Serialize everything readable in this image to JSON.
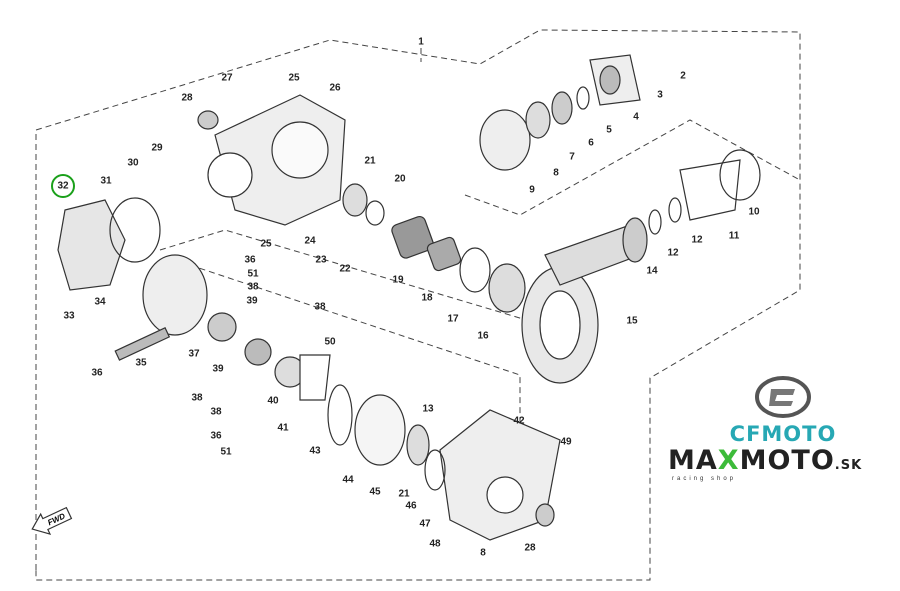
{
  "diagram": {
    "callouts": [
      "1",
      "2",
      "3",
      "4",
      "5",
      "6",
      "7",
      "8",
      "9",
      "10",
      "11",
      "12",
      "12",
      "13",
      "14",
      "15",
      "16",
      "17",
      "18",
      "19",
      "20",
      "21",
      "21",
      "22",
      "23",
      "24",
      "25",
      "25",
      "26",
      "27",
      "28",
      "29",
      "30",
      "31",
      "32",
      "33",
      "34",
      "35",
      "36",
      "36",
      "36",
      "37",
      "38",
      "38",
      "38",
      "38",
      "39",
      "39",
      "40",
      "41",
      "42",
      "43",
      "44",
      "45",
      "46",
      "47",
      "48",
      "49",
      "50",
      "51",
      "51",
      "8",
      "28"
    ],
    "highlighted_callout": "32",
    "highlight_color": "#1aa01a",
    "direction_label": "FWD"
  },
  "brand": {
    "cfmoto": "CFMOTO",
    "maxmoto_a": "MA",
    "maxmoto_x": "X",
    "maxmoto_b": "MOTO",
    "maxmoto_sk": ".SK",
    "tagline": "racing shop",
    "cfmoto_color": "#27a8b4",
    "x_color": "#3dbb3a"
  }
}
